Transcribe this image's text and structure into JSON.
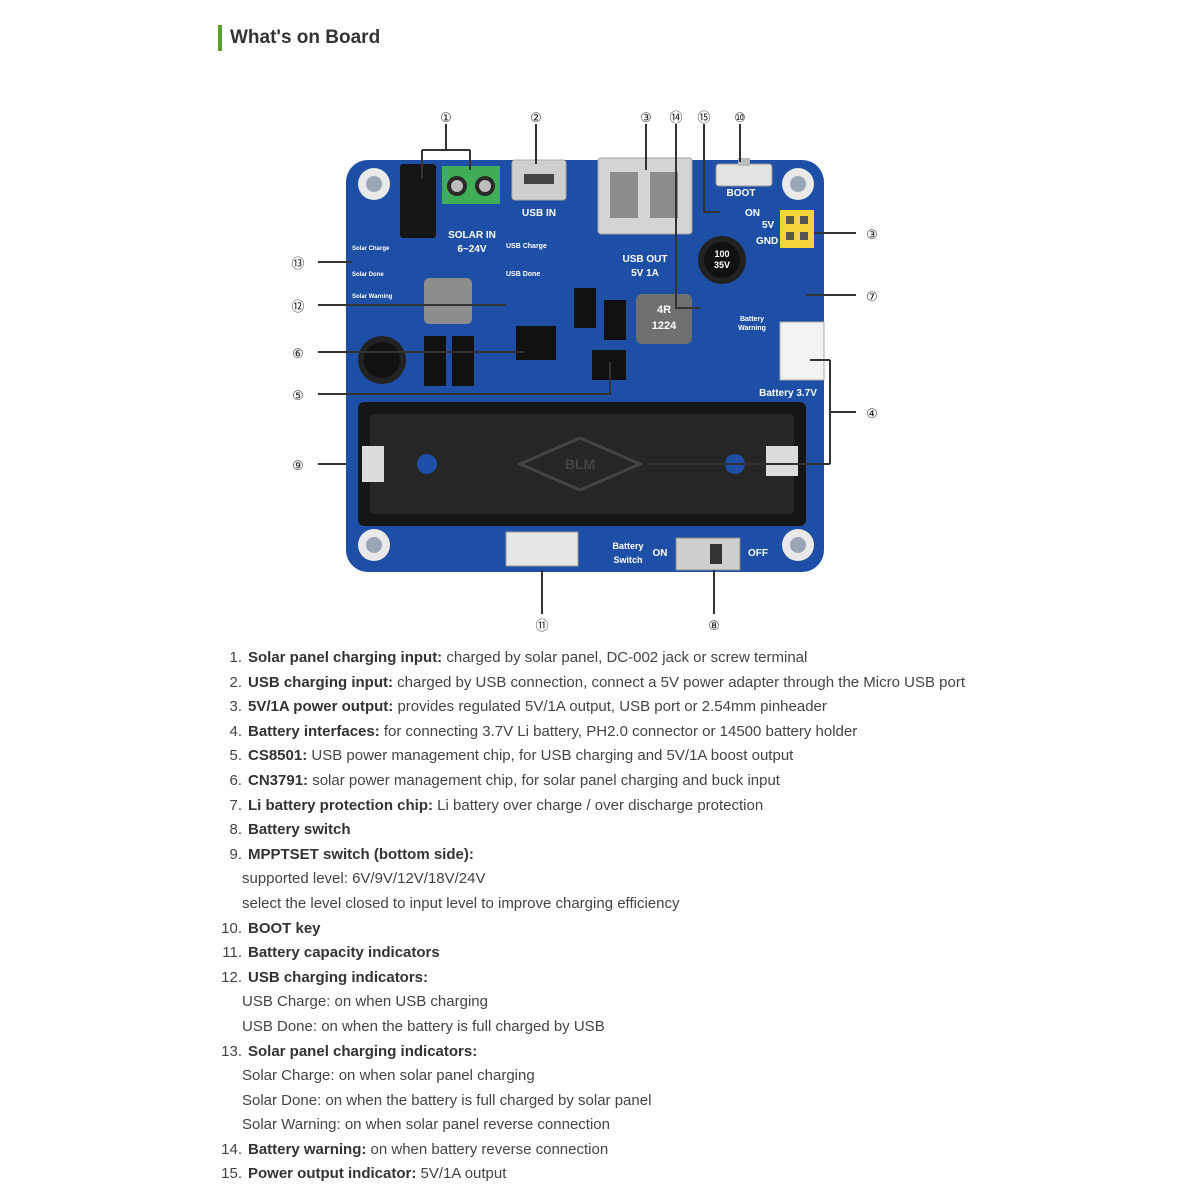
{
  "heading": "What's on Board",
  "board": {
    "callouts": {
      "c1": "①",
      "c2": "②",
      "c3": "③",
      "c14": "⑭",
      "c15": "⑮",
      "c10": "⑩",
      "c3r": "③",
      "c7": "⑦",
      "c4": "④",
      "c13": "⑬",
      "c12": "⑫",
      "c6": "⑥",
      "c5": "⑤",
      "c9": "⑨",
      "c11": "⑪",
      "c8": "⑧"
    },
    "silkscreen": {
      "solar_in": "SOLAR IN",
      "solar_range": "6~24V",
      "usb_in": "USB IN",
      "usb_out": "USB OUT",
      "usb_out_rating": "5V 1A",
      "boot": "BOOT",
      "on": "ON",
      "v5": "5V",
      "gnd": "GND",
      "battery_37v": "Battery 3.7V",
      "battery_warning_1": "Battery",
      "battery_warning_2": "Warning",
      "battery_switch_1": "Battery",
      "battery_switch_2": "Switch",
      "switch_on": "ON",
      "switch_off": "OFF",
      "solar_charge": "Solar Charge",
      "solar_done": "Solar Done",
      "solar_warning": "Solar Warning",
      "usb_charge": "USB Charge",
      "usb_done": "USB Done",
      "inductor_1": "4R",
      "inductor_2": "1224",
      "cap_1": "100",
      "cap_2": "35V",
      "holder_logo": "BLM"
    }
  },
  "features": [
    {
      "n": "1.",
      "key": "Solar panel charging input:",
      "text": " charged by solar panel, DC-002 jack or screw terminal",
      "sub": []
    },
    {
      "n": "2.",
      "key": "USB charging input:",
      "text": " charged by USB connection, connect a 5V power adapter through the Micro USB port",
      "sub": []
    },
    {
      "n": "3.",
      "key": "5V/1A power output:",
      "text": " provides regulated 5V/1A output, USB port or 2.54mm pinheader",
      "sub": []
    },
    {
      "n": "4.",
      "key": "Battery interfaces:",
      "text": " for connecting 3.7V Li battery, PH2.0 connector or 14500 battery holder",
      "sub": []
    },
    {
      "n": "5.",
      "key": "CS8501:",
      "text": " USB power management chip, for USB charging and 5V/1A boost output",
      "sub": []
    },
    {
      "n": "6.",
      "key": "CN3791:",
      "text": " solar power management chip, for solar panel charging and buck input",
      "sub": []
    },
    {
      "n": "7.",
      "key": "Li battery protection chip:",
      "text": " Li battery over charge / over discharge protection",
      "sub": []
    },
    {
      "n": "8.",
      "key": "Battery switch",
      "text": "",
      "sub": []
    },
    {
      "n": "9.",
      "key": "MPPTSET switch (bottom side):",
      "text": "",
      "sub": [
        "supported level: 6V/9V/12V/18V/24V",
        "select the level closed to input level to improve charging efficiency"
      ]
    },
    {
      "n": "10.",
      "key": "BOOT key",
      "text": "",
      "sub": []
    },
    {
      "n": "11.",
      "key": "Battery capacity indicators",
      "text": "",
      "sub": []
    },
    {
      "n": "12.",
      "key": "USB charging indicators:",
      "text": "",
      "sub": [
        "USB Charge: on when USB charging",
        "USB Done: on when the battery is full charged by USB"
      ]
    },
    {
      "n": "13.",
      "key": "Solar panel charging indicators:",
      "text": "",
      "sub": [
        "Solar Charge: on when solar panel charging",
        "Solar Done: on when the battery is full charged by solar panel",
        "Solar Warning: on when solar panel reverse connection"
      ]
    },
    {
      "n": "14.",
      "key": "Battery warning:",
      "text": " on when battery reverse connection",
      "sub": []
    },
    {
      "n": "15.",
      "key": "Power output indicator:",
      "text": " 5V/1A output",
      "sub": []
    }
  ]
}
